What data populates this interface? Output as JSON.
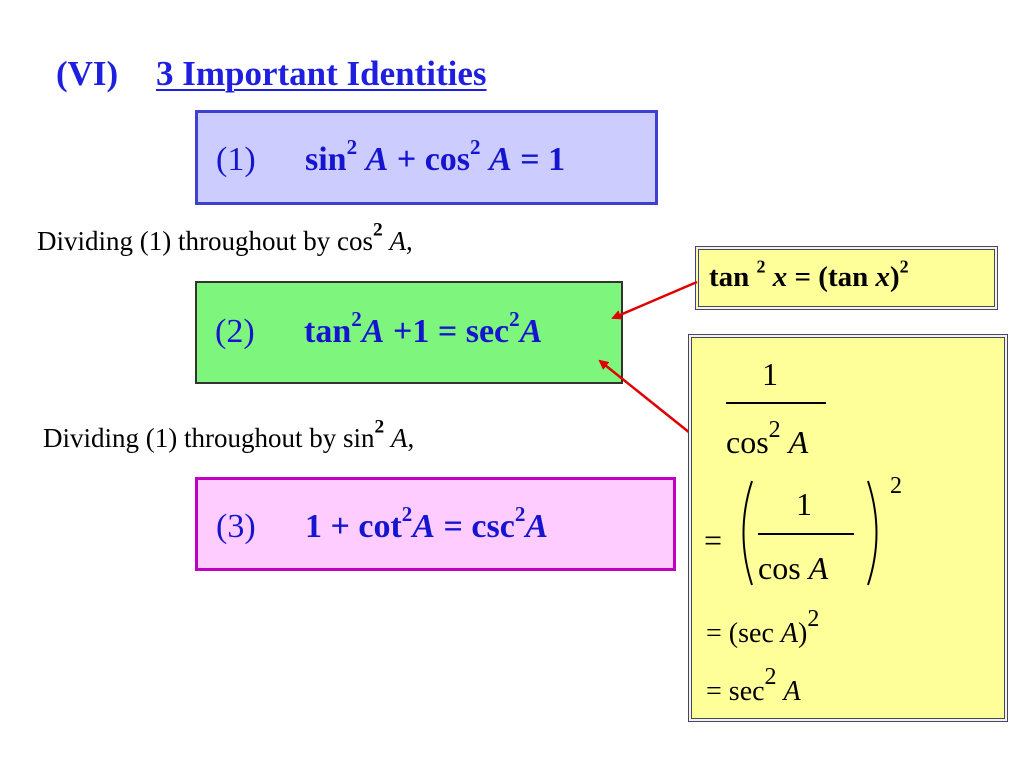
{
  "title": {
    "number": "(VI)",
    "text": "3 Important Identities"
  },
  "identities": [
    {
      "label": "(1)",
      "lhs_a": "sin",
      "exp": "2",
      "var": "A",
      "plus": "+",
      "lhs_b": "cos",
      "rhs": "= 1"
    },
    {
      "label": "(2)",
      "tan": "tan",
      "exp": "2",
      "var": "A",
      "plus_one": "+1 =",
      "sec": "sec"
    },
    {
      "label": "(3)",
      "one_plus": "1 +",
      "cot": "cot",
      "exp": "2",
      "var": "A",
      "eq": "=",
      "csc": "csc"
    }
  ],
  "captions": [
    {
      "prefix": "Dividing (1) throughout by",
      "func": "cos",
      "exp": "2",
      "var": "A",
      "suffix": ","
    },
    {
      "prefix": "Dividing (1) throughout by",
      "func": "sin",
      "exp": "2",
      "var": "A",
      "suffix": ","
    }
  ],
  "tan_note": {
    "lhs": "tan",
    "exp": "2",
    "var": "x",
    "eq": "= (tan",
    "close": ")"
  },
  "derivation": {
    "numerator": "1",
    "denominator_func": "cos",
    "exp": "2",
    "var": "A",
    "eq": "=",
    "inner_num": "1",
    "inner_den": "cos",
    "sec_paren_open": "= (sec",
    "sec_paren_close": ")",
    "final": "= sec"
  },
  "colors": {
    "blue_text": "#1515d0",
    "arrow": "#e00000"
  }
}
